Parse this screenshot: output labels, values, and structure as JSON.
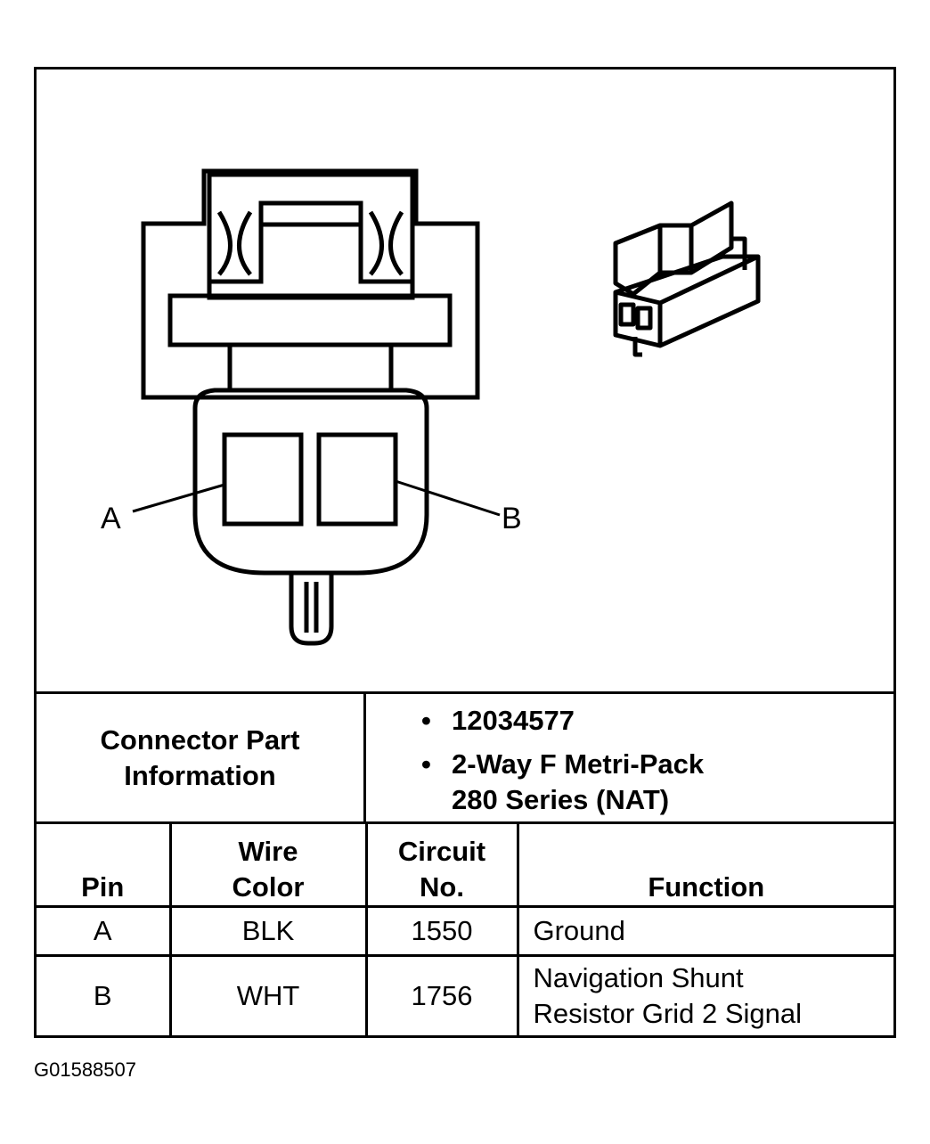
{
  "diagram": {
    "pin_a_label": "A",
    "pin_b_label": "B"
  },
  "info": {
    "label": "Connector Part Information",
    "label_line1": "Connector Part",
    "label_line2": "Information",
    "bullet_char": "•",
    "part_number": "12034577",
    "description_line1": "2-Way F Metri-Pack",
    "description_line2": "280 Series (NAT)"
  },
  "table": {
    "headers": {
      "pin": "Pin",
      "wire_color_line1": "Wire",
      "wire_color_line2": "Color",
      "circuit_line1": "Circuit",
      "circuit_line2": "No.",
      "function": "Function"
    },
    "rows": [
      {
        "pin": "A",
        "wire_color": "BLK",
        "circuit": "1550",
        "function_line1": "Ground",
        "function_line2": ""
      },
      {
        "pin": "B",
        "wire_color": "WHT",
        "circuit": "1756",
        "function_line1": "Navigation Shunt",
        "function_line2": "Resistor Grid 2 Signal"
      }
    ]
  },
  "figure_id": "G01588507"
}
